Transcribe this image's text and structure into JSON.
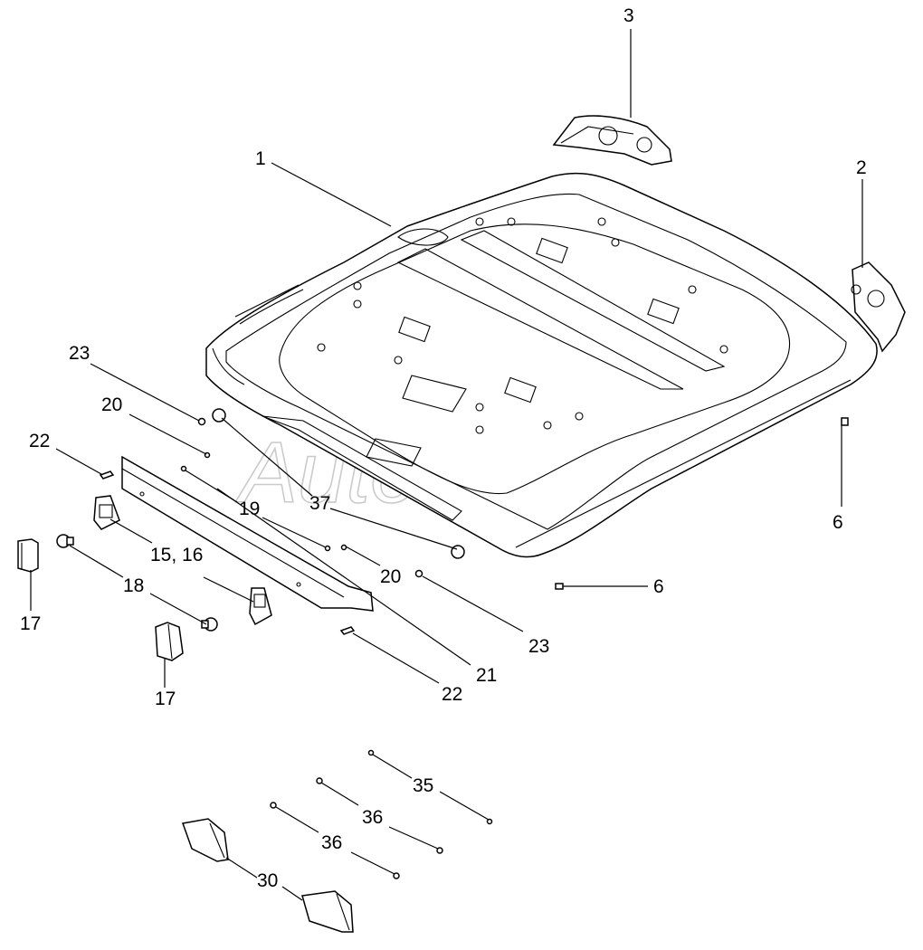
{
  "watermark": "AutoSoft",
  "callouts": {
    "c1": "1",
    "c2": "2",
    "c3": "3",
    "c6a": "6",
    "c6b": "6",
    "c15_16": "15, 16",
    "c17a": "17",
    "c17b": "17",
    "c18": "18",
    "c19": "19",
    "c20a": "20",
    "c20b": "20",
    "c21": "21",
    "c22a": "22",
    "c22b": "22",
    "c23a": "23",
    "c23b": "23",
    "c30": "30",
    "c35": "35",
    "c36a": "36",
    "c36b": "36",
    "c37": "37"
  }
}
